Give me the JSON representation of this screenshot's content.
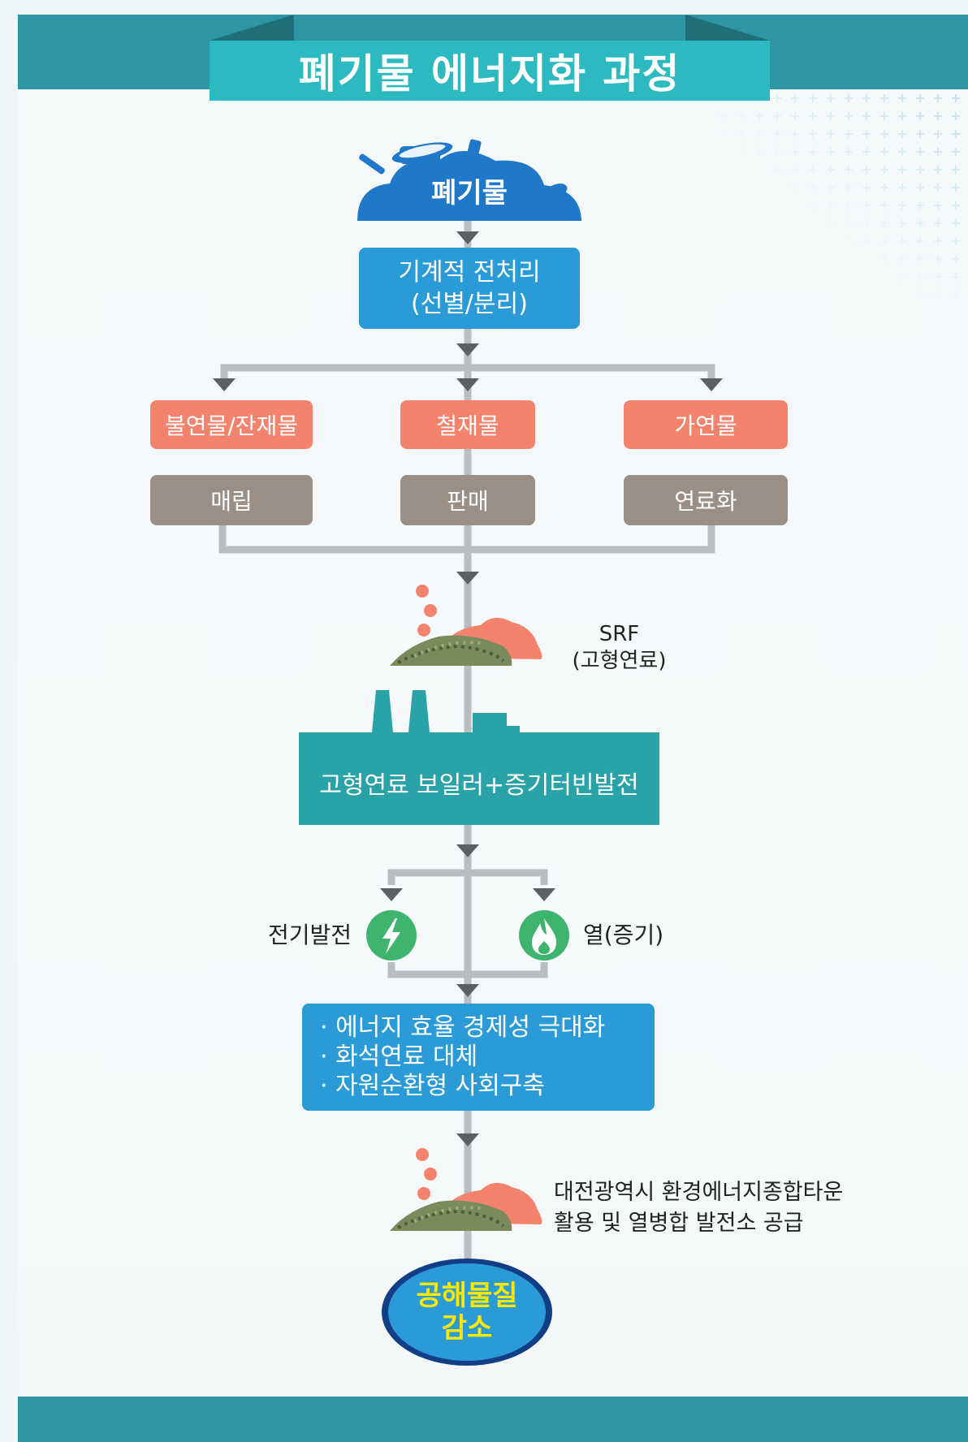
{
  "title": "폐기물 에너지화 과정",
  "colors": {
    "header_teal": "#2e96a3",
    "banner_cyan": "#2cb9bf",
    "process_blue": "#2a9bd6",
    "category_salmon": "#f4836e",
    "method_taupe": "#9b8f85",
    "plant_teal": "#2aa3a8",
    "green_output": "#3fb46e",
    "connector_gray": "#b9bec2",
    "arrow_dark": "#5d6063",
    "result_yellow": "#ffe800"
  },
  "nodes": {
    "waste": "폐기물",
    "pretreatment_line1": "기계적 전처리",
    "pretreatment_line2": "(선별/분리)",
    "categories": [
      {
        "label": "불연물/잔재물",
        "method": "매립"
      },
      {
        "label": "철재물",
        "method": "판매"
      },
      {
        "label": "가연물",
        "method": "연료화"
      }
    ],
    "srf_line1": "SRF",
    "srf_line2": "(고형연료)",
    "plant": "고형연료 보일러+증기터빈발전",
    "output_electric": "전기발전",
    "output_heat": "열(증기)",
    "benefits": [
      "· 에너지 효율 경제성 극대화",
      "· 화석연료 대체",
      "· 자원순환형 사회구축"
    ],
    "supply_line1": "대전광역시 환경에너지종합타운",
    "supply_line2": "활용 및 열병합 발전소 공급",
    "result_line1": "공해물질",
    "result_line2": "감소"
  }
}
